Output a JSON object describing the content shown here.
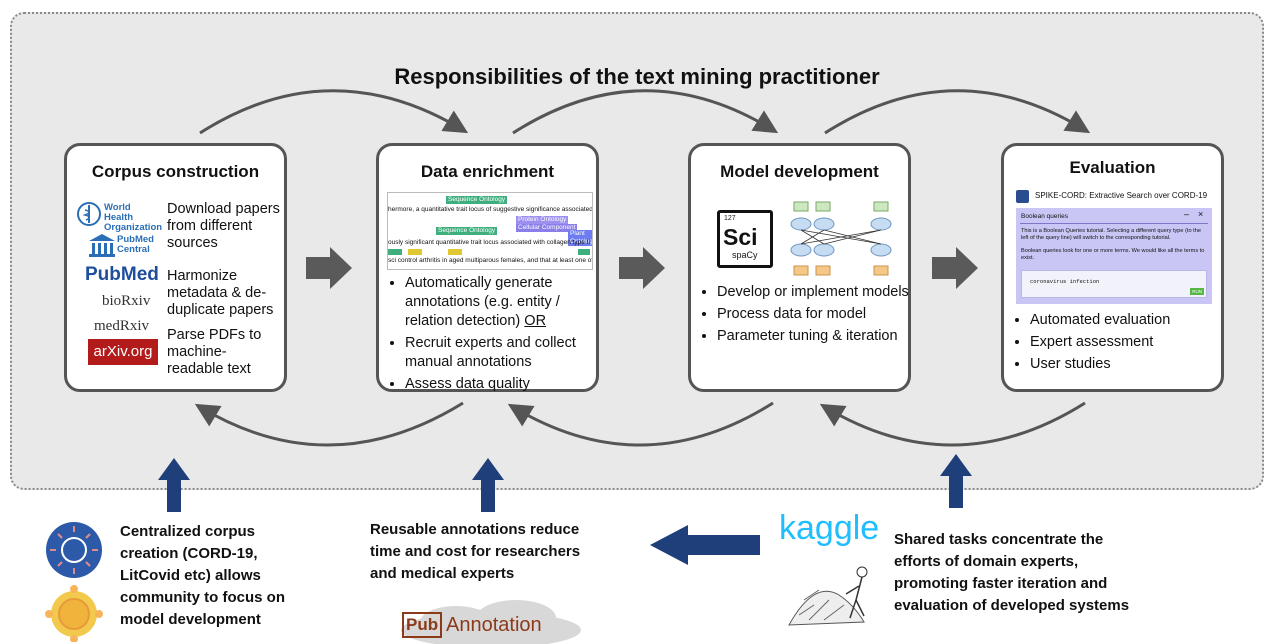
{
  "title": "Responsibilities of the text mining practitioner",
  "stages": [
    {
      "title": "Corpus construction",
      "logos": [
        "World Health Organization",
        "PubMed Central",
        "PubMed",
        "bioRxiv",
        "medRxiv",
        "arXiv.org"
      ],
      "steps": [
        "Download papers from different sources",
        "Harmonize metadata & de-duplicate papers",
        "Parse PDFs to machine-readable text"
      ]
    },
    {
      "title": "Data enrichment",
      "snippet": {
        "tags": [
          "Sequence Ontology",
          "Sequence Ontology",
          "Protein Ontology",
          "Cellular Component",
          "Plant Ontology"
        ],
        "lines": [
          "hermore, a quantitative trait locus of suggestive significance associated with the incid",
          "ously significant quantitative trait locus associated with collagen type II antibody",
          "sci control arthritis in aged multiparous females, and that at least one of these loci"
        ]
      },
      "bullets": [
        {
          "text": "Automatically generate annotations (e.g. entity / relation detection) ",
          "tail": "OR"
        },
        {
          "text": "Recruit experts and collect manual annotations",
          "tail": ""
        },
        {
          "text": "Assess data quality",
          "tail": ""
        }
      ]
    },
    {
      "title": "Model development",
      "scispacy": {
        "number": "127",
        "symbol": "Sci",
        "name": "spaCy"
      },
      "bullets": [
        "Develop or implement models",
        "Process data for model",
        "Parameter tuning & iteration"
      ]
    },
    {
      "title": "Evaluation",
      "spike": {
        "title": "SPIKE-CORD: Extractive Search over CORD-19",
        "panel_title": "Boolean queries",
        "para1": "This is a Boolean Queries tutorial. Selecting a different query type (to the left of the query line) will switch to the corresponding tutorial.",
        "para2": "Boolean queries look for one or more terms. We would like all the terms to exist.",
        "query": "coronavirus infection",
        "run": "RUN"
      },
      "bullets": [
        "Automated evaluation",
        "Expert assessment",
        "User studies"
      ]
    }
  ],
  "bottom": {
    "left": {
      "text": [
        "Centralized corpus",
        "creation (CORD-19,",
        "LitCovid etc) allows",
        "community to focus on",
        "model development"
      ]
    },
    "middle": {
      "text": [
        "Reusable annotations reduce",
        "time and cost for researchers",
        "and medical experts"
      ],
      "logo_a": "Pub",
      "logo_b": "Annotation"
    },
    "right": {
      "logo": "kaggle",
      "text": [
        "Shared tasks concentrate the",
        "efforts of domain experts,",
        "promoting faster iteration and",
        "evaluation of developed systems"
      ]
    }
  },
  "colors": {
    "navy": "#1f3f7a",
    "gray_arrow": "#555555",
    "eval_panel": "#c9c6f5",
    "arxiv": "#b31b1b",
    "kaggle": "#20beff",
    "pubanno": "#8b3a1a"
  }
}
